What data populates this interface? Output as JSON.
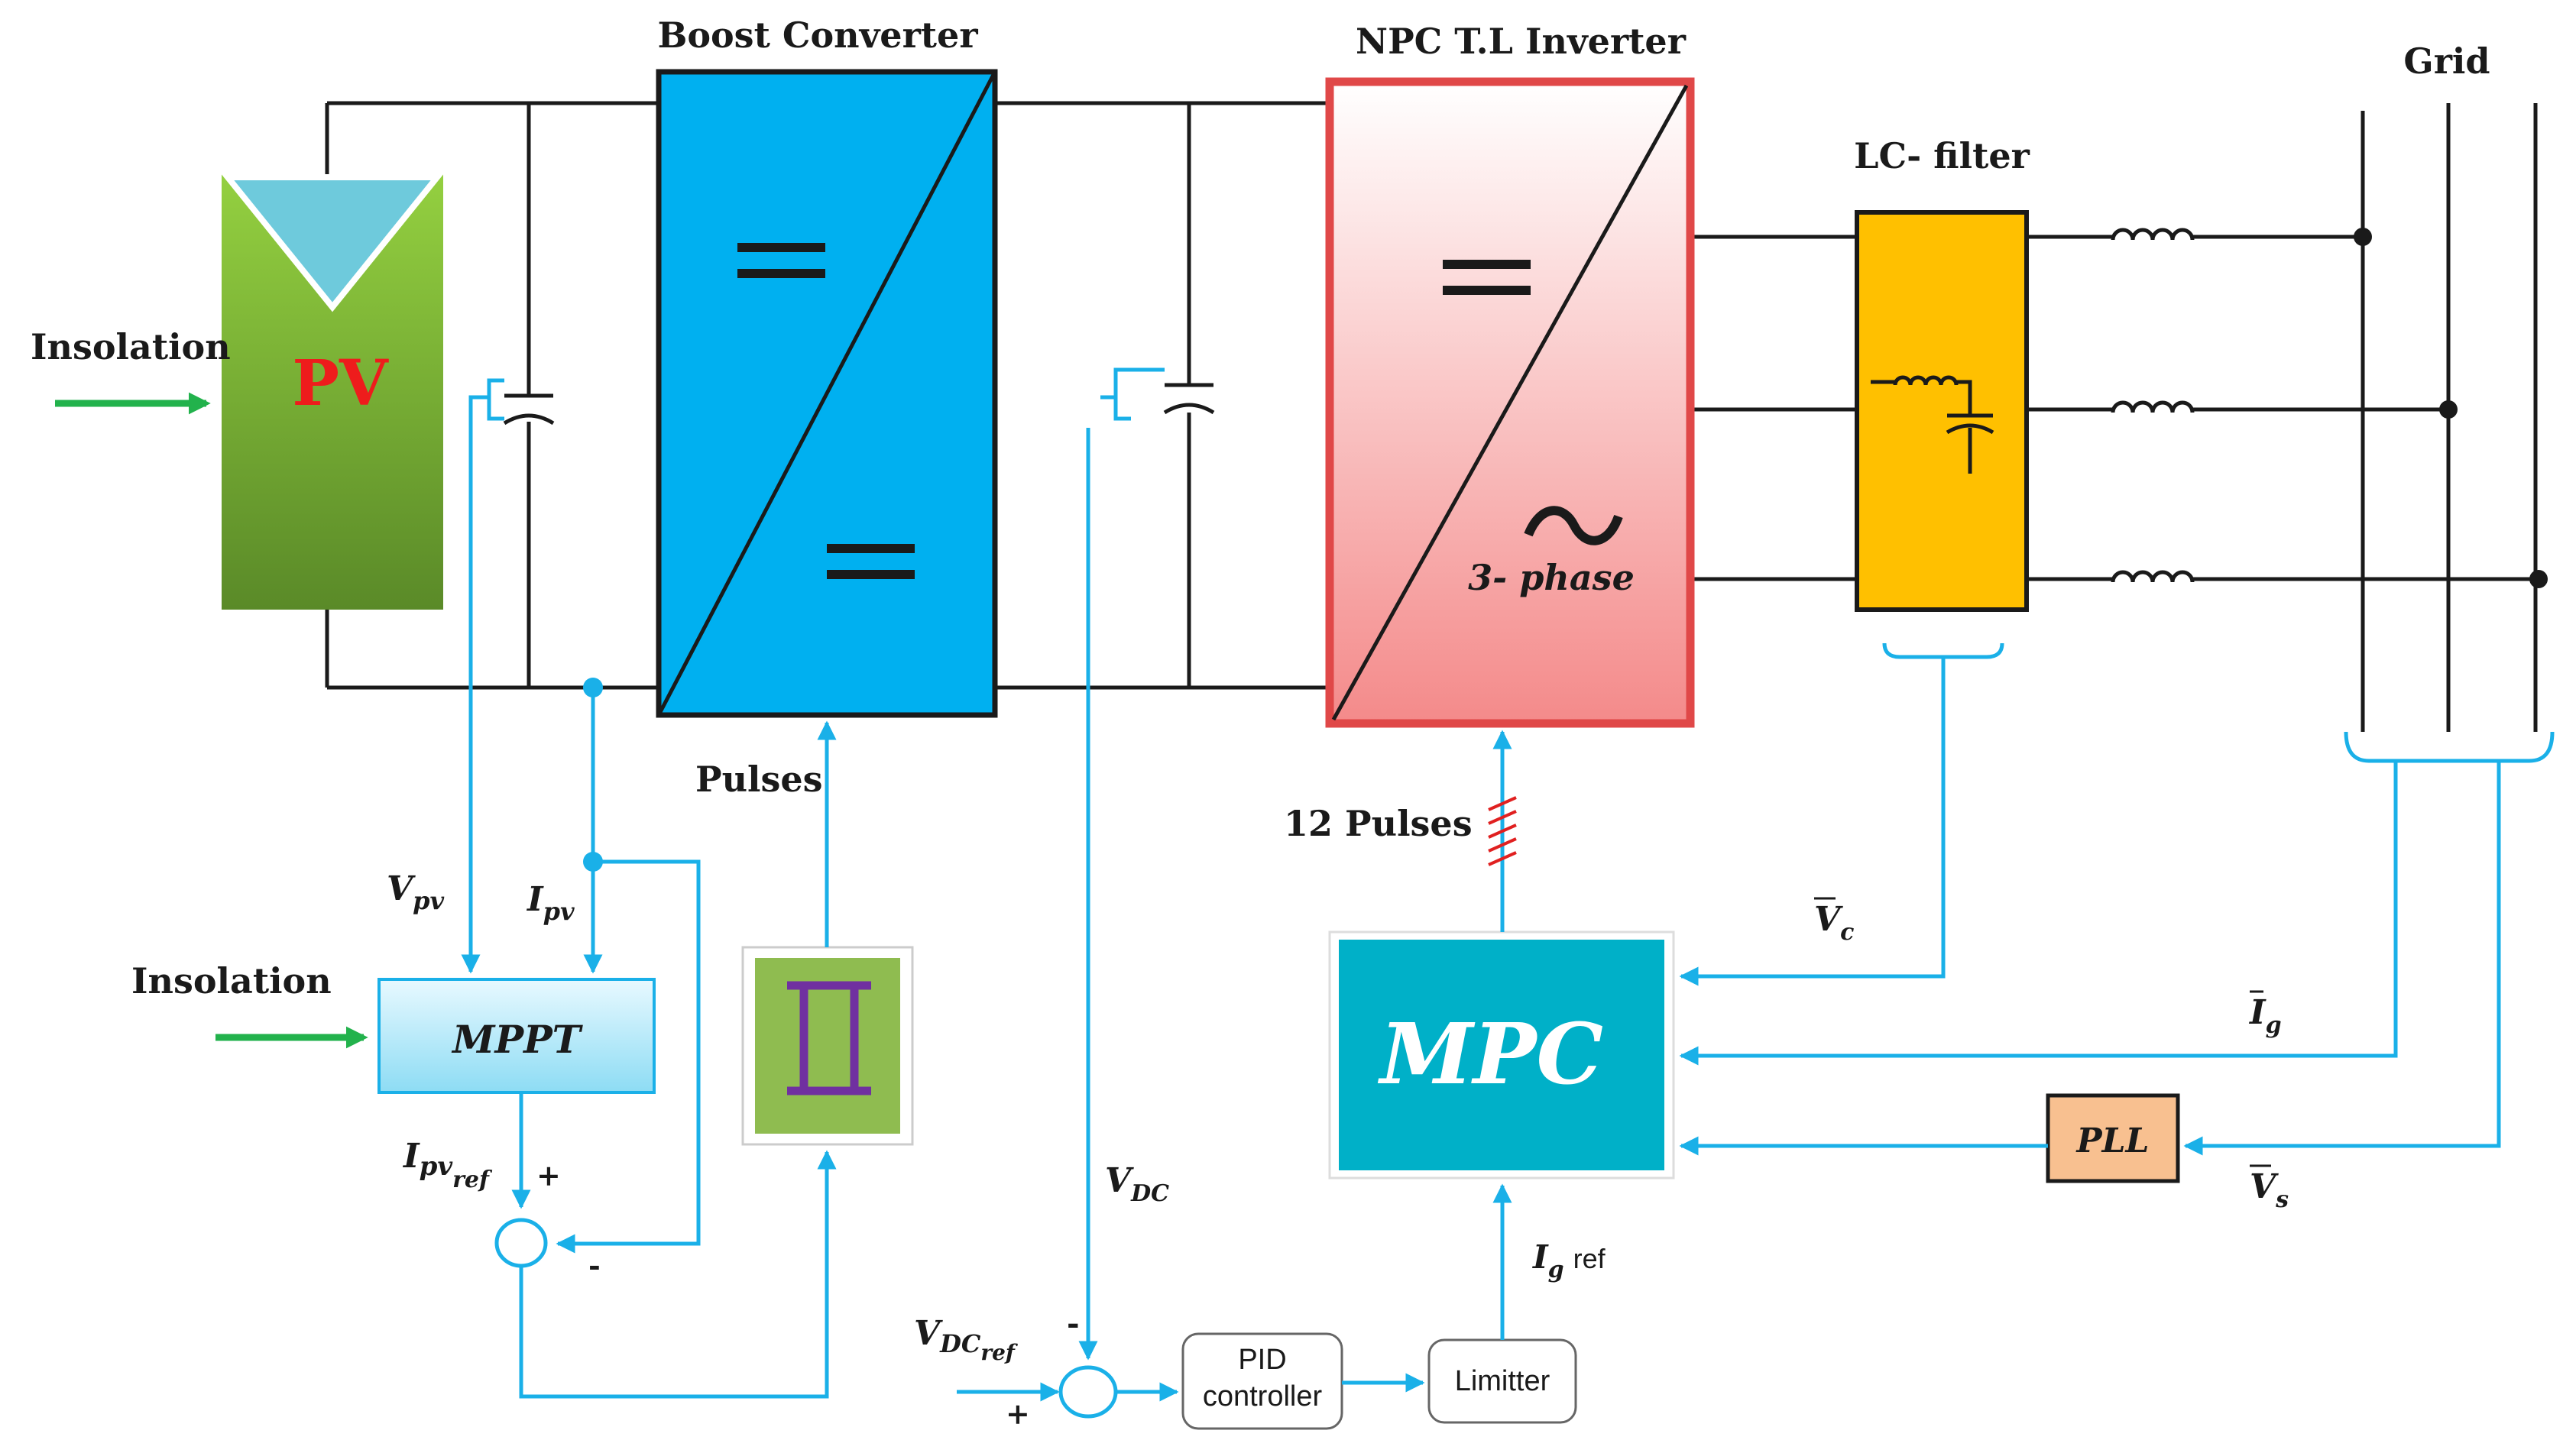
{
  "blocks": {
    "pv": "PV",
    "boost": "Boost Converter",
    "inverter": "NPC T.L Inverter",
    "inverter_phase": "3- phase",
    "lc_filter": "LC- filter",
    "grid": "Grid",
    "mppt": "MPPT",
    "mpc": "MPC",
    "pll": "PLL",
    "pid_line1": "PID",
    "pid_line2": "controller",
    "limiter": "Limitter"
  },
  "labels": {
    "insolation_top": "Insolation",
    "insolation_bottom": "Insolation",
    "pulses": "Pulses",
    "pulses12": "12 Pulses",
    "v_pv": "V",
    "v_pv_sub": "pv",
    "i_pv": "I",
    "i_pv_sub": "pv",
    "i_pv_ref": "I",
    "i_pv_ref_sub": "pv",
    "i_pv_ref_sub2": "ref",
    "v_dc": "V",
    "v_dc_sub": "DC",
    "v_dc_ref": "V",
    "v_dc_ref_sub": "DC",
    "v_dc_ref_sub2": "ref",
    "i_g_ref": "I",
    "i_g_ref_sub": "g",
    "i_g_ref_suffix": "ref",
    "v_c": "V",
    "v_c_sub": "c",
    "i_g": "I",
    "i_g_sub": "g",
    "v_s": "V",
    "v_s_sub": "s",
    "plus1": "+",
    "minus1": "-",
    "plus2": "+",
    "minus2": "-"
  },
  "colors": {
    "boost": "#00b0f0",
    "inverter_border": "#e04848",
    "lc_filter": "#ffc000",
    "mpc": "#00b0c8",
    "pll": "#f8c090",
    "pv_top": "#90cc40",
    "pv_bottom": "#5a8a28",
    "pv_triangle": "#6ecadc",
    "signal": "#1ab0e8",
    "arrow_green": "#22b24c"
  }
}
